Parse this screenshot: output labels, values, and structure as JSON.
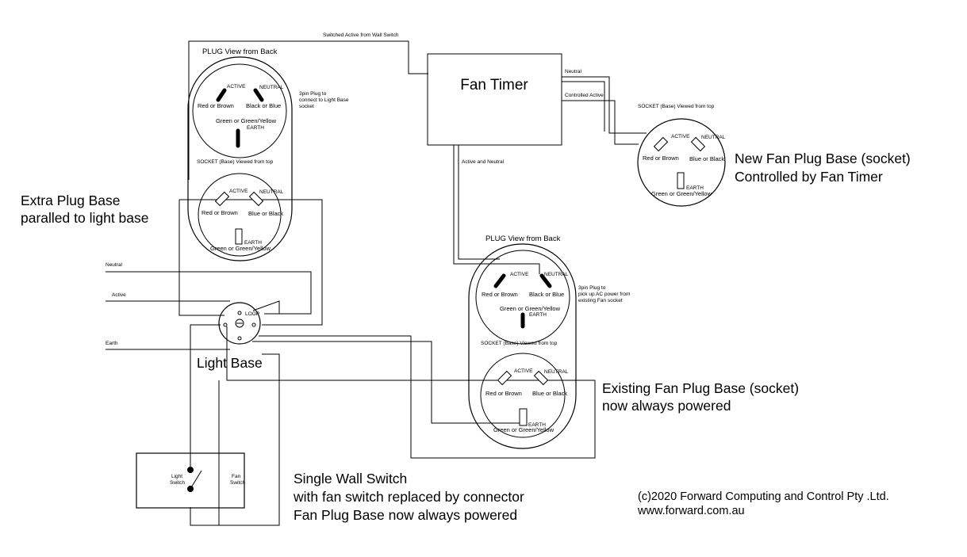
{
  "top_wire_label": "Switched Active from Wall Switch",
  "fan_timer": {
    "title": "Fan Timer",
    "neutral_label": "Neutral",
    "controlled_active_label": "Controlled Active",
    "active_neutral_label": "Active and Neutral"
  },
  "left_unit": {
    "plug_header": "PLUG View from Back",
    "plug_active": "ACTIVE",
    "plug_neutral": "NEUTRAL",
    "plug_red": "Red or Brown",
    "plug_black": "Black or Blue",
    "plug_green": "Green or Green/Yellow",
    "plug_earth": "EARTH",
    "plug_note": [
      "3pin Plug to",
      "connect to Light Base",
      "socket"
    ],
    "socket_header": "SOCKET (Base) Viewed from top",
    "socket_active": "ACTIVE",
    "socket_neutral": "NEUTRAL",
    "socket_red": "Red or Brown",
    "socket_blue": "Blue or Black",
    "socket_earth": "EARTH",
    "socket_green": "Green or Green/Yellow"
  },
  "extra_plug_label": [
    "Extra Plug Base",
    "paralled to light base"
  ],
  "light_base": {
    "label": "Light Base",
    "loop": "LOOP",
    "neutral": "Neutral",
    "active": "Active",
    "earth": "Earth"
  },
  "wall_switch": {
    "light": [
      "Light",
      "Switch"
    ],
    "fan": [
      "Fan",
      "Switch"
    ]
  },
  "wall_switch_caption": [
    "Single Wall Switch",
    "with fan switch replaced by connector",
    "Fan Plug Base now always powered"
  ],
  "new_fan_socket": {
    "header": "SOCKET (Base) Viewed from top",
    "active": "ACTIVE",
    "neutral": "NEUTRAL",
    "red": "Red or Brown",
    "blue": "Blue or Black",
    "earth": "EARTH",
    "green": "Green or Green/Yellow",
    "caption": [
      "New Fan Plug Base (socket)",
      "Controlled by Fan Timer"
    ]
  },
  "right_unit": {
    "plug_header": "PLUG View from Back",
    "plug_active": "ACTIVE",
    "plug_neutral": "NEUTRAL",
    "plug_red": "Red or Brown",
    "plug_black": "Black or Blue",
    "plug_green": "Green or Green/Yellow",
    "plug_earth": "EARTH",
    "plug_note": [
      "3pin Plug to",
      "pick up AC power from",
      "existing Fan socket"
    ],
    "socket_header": "SOCKET (Base) Viewed from top",
    "socket_active": "ACTIVE",
    "socket_neutral": "NEUTRAL",
    "socket_red": "Red or Brown",
    "socket_blue": "Blue or Black",
    "socket_earth": "EARTH",
    "socket_green": "Green or Green/Yellow"
  },
  "existing_fan_caption": [
    "Existing Fan Plug Base (socket)",
    "now always powered"
  ],
  "copyright": [
    "(c)2020 Forward Computing and Control Pty .Ltd.",
    "www.forward.com.au"
  ]
}
